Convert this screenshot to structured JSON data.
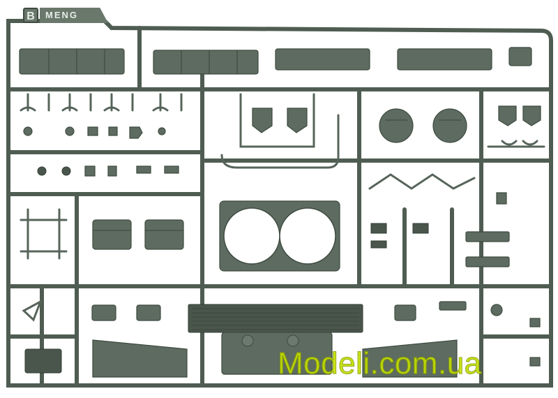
{
  "sprue": {
    "letter": "B",
    "brand": "MENG"
  },
  "watermark": {
    "text": "Modeli.com.ua"
  },
  "colors": {
    "plastic": "#5d6b60",
    "plastic_dark": "#4a564c",
    "watermark": "#c5e000",
    "background": "#ffffff"
  }
}
